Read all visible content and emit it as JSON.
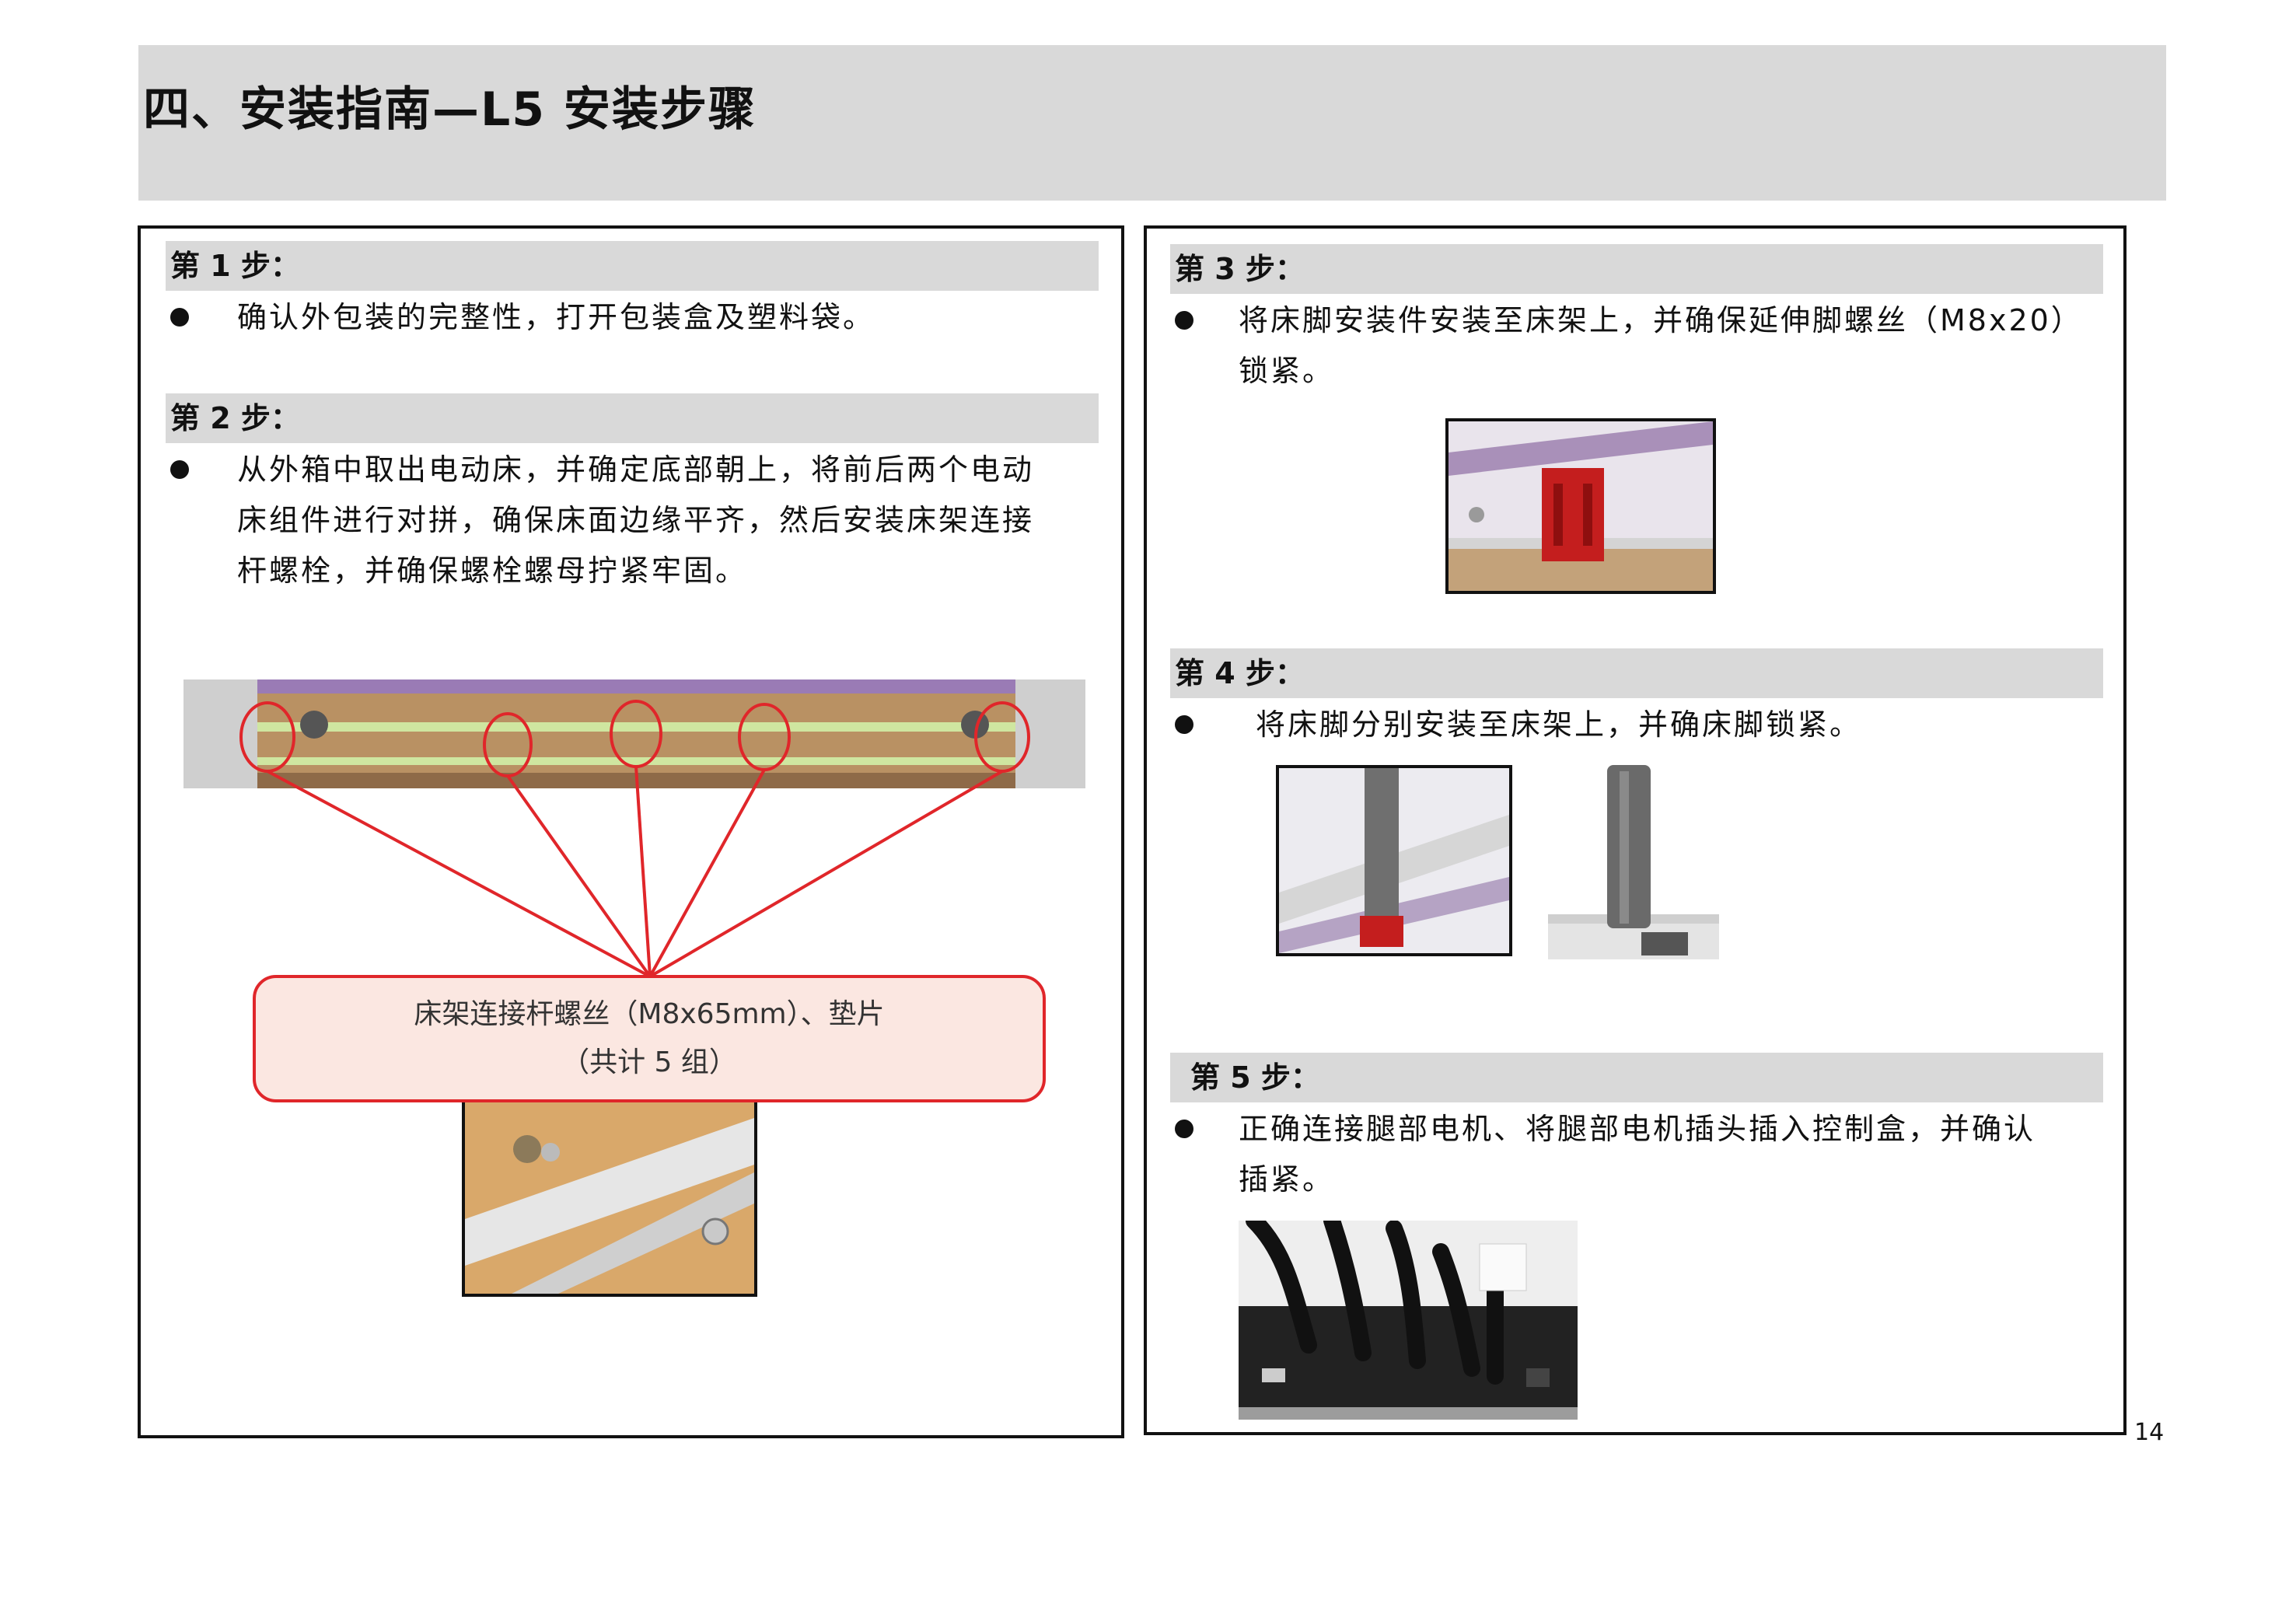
{
  "title": "四、安装指南—L5 安装步骤",
  "page_number": "14",
  "left_panel": {
    "step1": {
      "header": "第 1 步：",
      "text": "确认外包装的完整性，打开包装盒及塑料袋。"
    },
    "step2": {
      "header": "第 2 步：",
      "lines": [
        "从外箱中取出电动床，并确定底部朝上，将前后两个电动",
        "床组件进行对拼，确保床面边缘平齐，然后安装床架连接",
        "杆螺栓，并确保螺栓螺母拧紧牢固。"
      ]
    },
    "callout": {
      "line1": "床架连接杆螺丝（M8x65mm）、垫片",
      "line2": "（共计 5 组）"
    }
  },
  "right_panel": {
    "step3": {
      "header": "第 3 步：",
      "lines": [
        "将床脚安装件安装至床架上，并确保延伸脚螺丝（M8x20）",
        "锁紧。"
      ]
    },
    "step4": {
      "header": "第 4 步：",
      "text": "将床脚分别安装至床架上，并确床脚锁紧。"
    },
    "step5": {
      "header": "第 5 步：",
      "lines": [
        "正确连接腿部电机、将腿部电机插头插入控制盒，并确认",
        "插紧。"
      ]
    }
  },
  "colors": {
    "header_gray": "#d9d9d9",
    "accent_red": "#e0262a",
    "callout_fill": "#fbe7e1"
  }
}
